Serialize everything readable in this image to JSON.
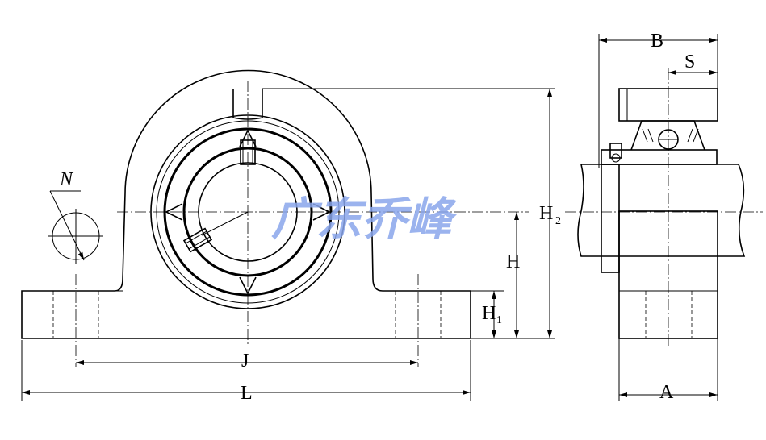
{
  "diagram": {
    "watermark": "广东乔峰",
    "labels": {
      "N": "N",
      "J": "J",
      "L": "L",
      "H": "H",
      "H1_main": "H",
      "H1_sub": "1",
      "H2_main": "H",
      "H2_sub": "2",
      "B": "B",
      "S": "S",
      "A": "A"
    }
  }
}
